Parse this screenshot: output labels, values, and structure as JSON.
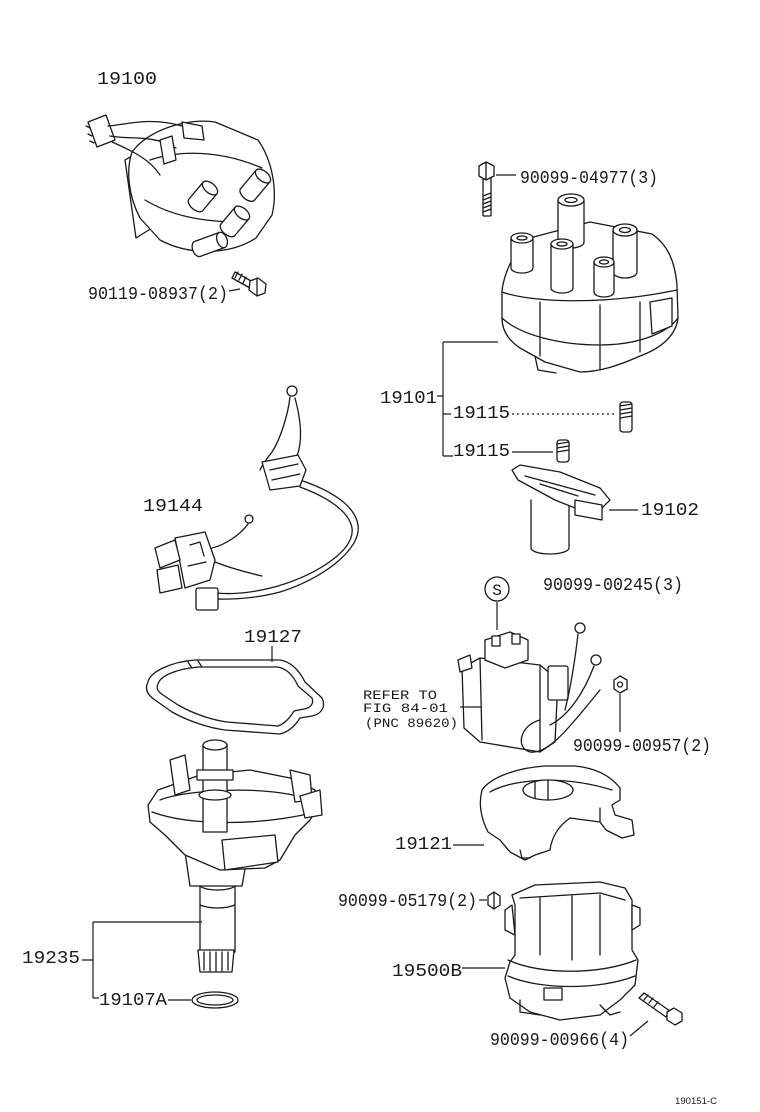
{
  "callouts": {
    "p19100": "19100",
    "p90119_08937": "90119-08937(2)",
    "p90099_04977": "90099-04977(3)",
    "p19101": "19101",
    "p19115_a": "19115",
    "p19115_b": "19115",
    "p19102": "19102",
    "p19144": "19144",
    "s_mark": "S",
    "p90099_00245": "90099-00245(3)",
    "p90099_00957": "90099-00957(2)",
    "p19127": "19127",
    "p19121": "19121",
    "p90099_05179": "90099-05179(2)",
    "p19235": "19235",
    "p19107A": "19107A",
    "p19500B": "19500B",
    "p90099_00966": "90099-00966(4)"
  },
  "reference_note": {
    "line1": "REFER TO",
    "line2": "FIG 84-01",
    "line3": "(PNC 89620)"
  },
  "figure_code": "190151-C",
  "colors": {
    "ink": "#1a1a1a",
    "paper": "#ffffff"
  }
}
